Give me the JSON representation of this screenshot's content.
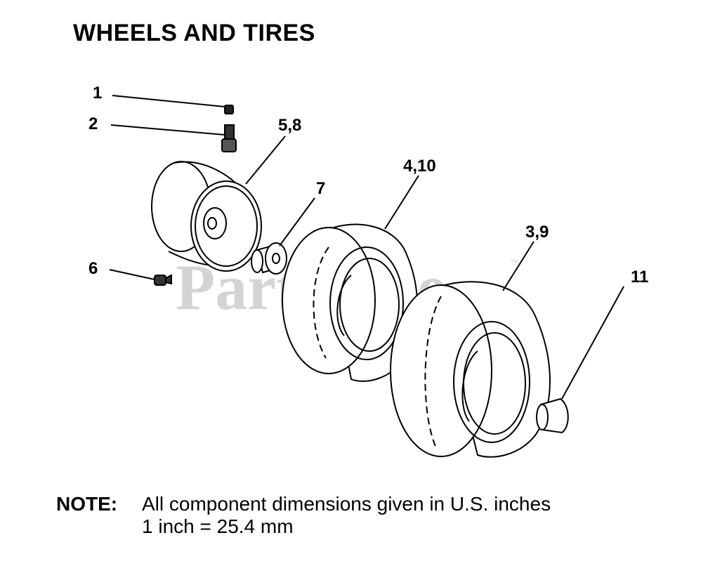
{
  "title": "WHEELS AND TIRES",
  "watermark": "PartsTree",
  "callouts": {
    "c1": "1",
    "c2": "2",
    "c58": "5,8",
    "c7": "7",
    "c410": "4,10",
    "c39": "3,9",
    "c6": "6",
    "c11": "11"
  },
  "note": {
    "label": "NOTE:",
    "line1": "All component dimensions given in U.S. inches",
    "line2": "1 inch = 25.4 mm"
  }
}
